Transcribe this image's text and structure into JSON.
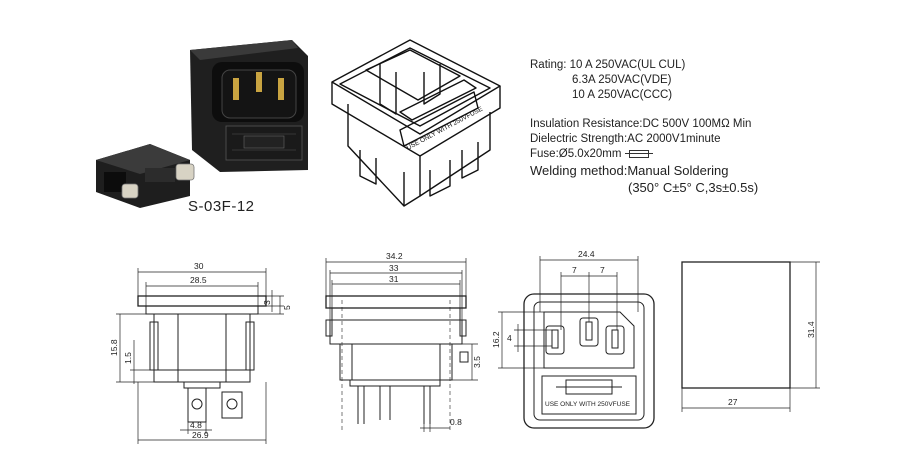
{
  "specs": {
    "rating_1": "Rating: 10 A 250VAC(UL CUL)",
    "rating_2": "6.3A 250VAC(VDE)",
    "rating_3": "10 A 250VAC(CCC)",
    "insulation": "Insulation Resistance:DC 500V 100MΩ  Min",
    "dielectric": "Dielectric Strength:AC 2000V1minute",
    "fuse": "Fuse:Ø5.0x20mm",
    "welding_1": "Welding method:Manual Soldering",
    "welding_2": "(350° C±5° C,3s±0.5s)"
  },
  "model": "S-03F-12",
  "fuse_label": "USE ONLY WITH 250VFUSE",
  "views": {
    "side": {
      "d_30": "30",
      "d_28_5": "28.5",
      "d_3": "3",
      "d_5": "5",
      "d_15_8": "15.8",
      "d_1_5": "1.5",
      "d_4_8": "4.8",
      "d_26_9": "26.9"
    },
    "front": {
      "d_34_2": "34.2",
      "d_33": "33",
      "d_31": "31",
      "d_3_5": "3.5",
      "d_0_8": "0.8"
    },
    "face": {
      "d_24_4": "24.4",
      "d_7a": "7",
      "d_7b": "7",
      "d_16_2": "16.2",
      "d_4": "4"
    },
    "cutout": {
      "d_31_4": "31.4",
      "d_27": "27"
    }
  }
}
